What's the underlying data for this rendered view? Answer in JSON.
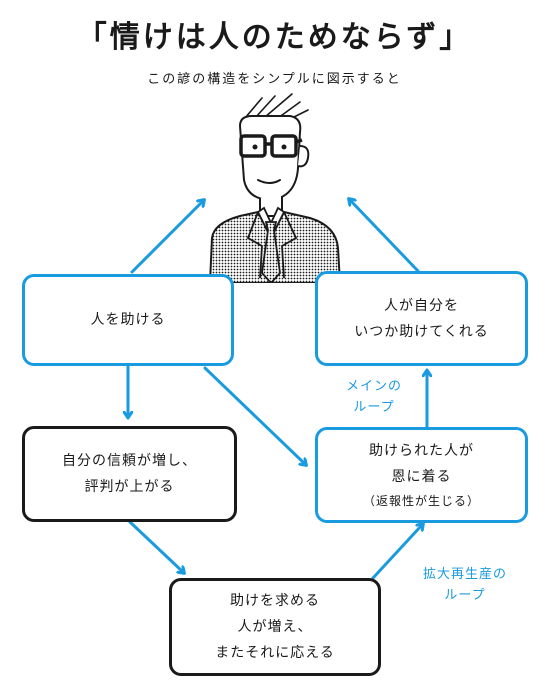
{
  "title": "「情けは人のためならず」",
  "subtitle": "この諺の構造をシンプルに図示すると",
  "nodes": {
    "help_people": {
      "text": "人を助ける"
    },
    "someone_helps_back": {
      "line1": "人が自分を",
      "line2": "いつか助けてくれる"
    },
    "trust_increases": {
      "line1": "自分の信頼が増し、",
      "line2": "評判が上がる"
    },
    "helped_person": {
      "line1": "助けられた人が",
      "line2": "恩に着る",
      "note": "（返報性が生じる）"
    },
    "requests_increase": {
      "line1": "助けを求める",
      "line2": "人が増え、",
      "line3": "またそれに応える"
    }
  },
  "loops": {
    "main": {
      "line1": "メインの",
      "line2": "ループ"
    },
    "expanded": {
      "line1": "拡大再生産の",
      "line2": "ループ"
    }
  },
  "colors": {
    "accent": "#1a9be0",
    "ink": "#1a1a1a"
  }
}
